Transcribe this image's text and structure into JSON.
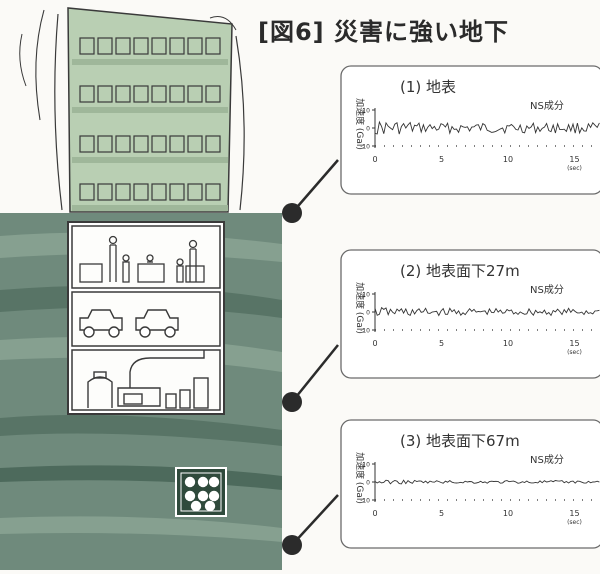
{
  "title": "[図6] 災害に強い地下",
  "panels": [
    {
      "label": "(1) 地表",
      "component": "NS成分",
      "ylabel": "加速度 (Gal)",
      "trace": "large"
    },
    {
      "label": "(2) 地表面下27m",
      "component": "NS成分",
      "ylabel": "加速度 (Gal)",
      "trace": "medium"
    },
    {
      "label": "(3) 地表面下67m",
      "component": "NS成分",
      "ylabel": "加速度 (Gal)",
      "trace": "small"
    }
  ],
  "axis": {
    "yticks": [
      "10",
      "0",
      "-10"
    ],
    "xticks": [
      "0",
      "5",
      "10",
      "15"
    ],
    "xunit": "(sec)"
  }
}
